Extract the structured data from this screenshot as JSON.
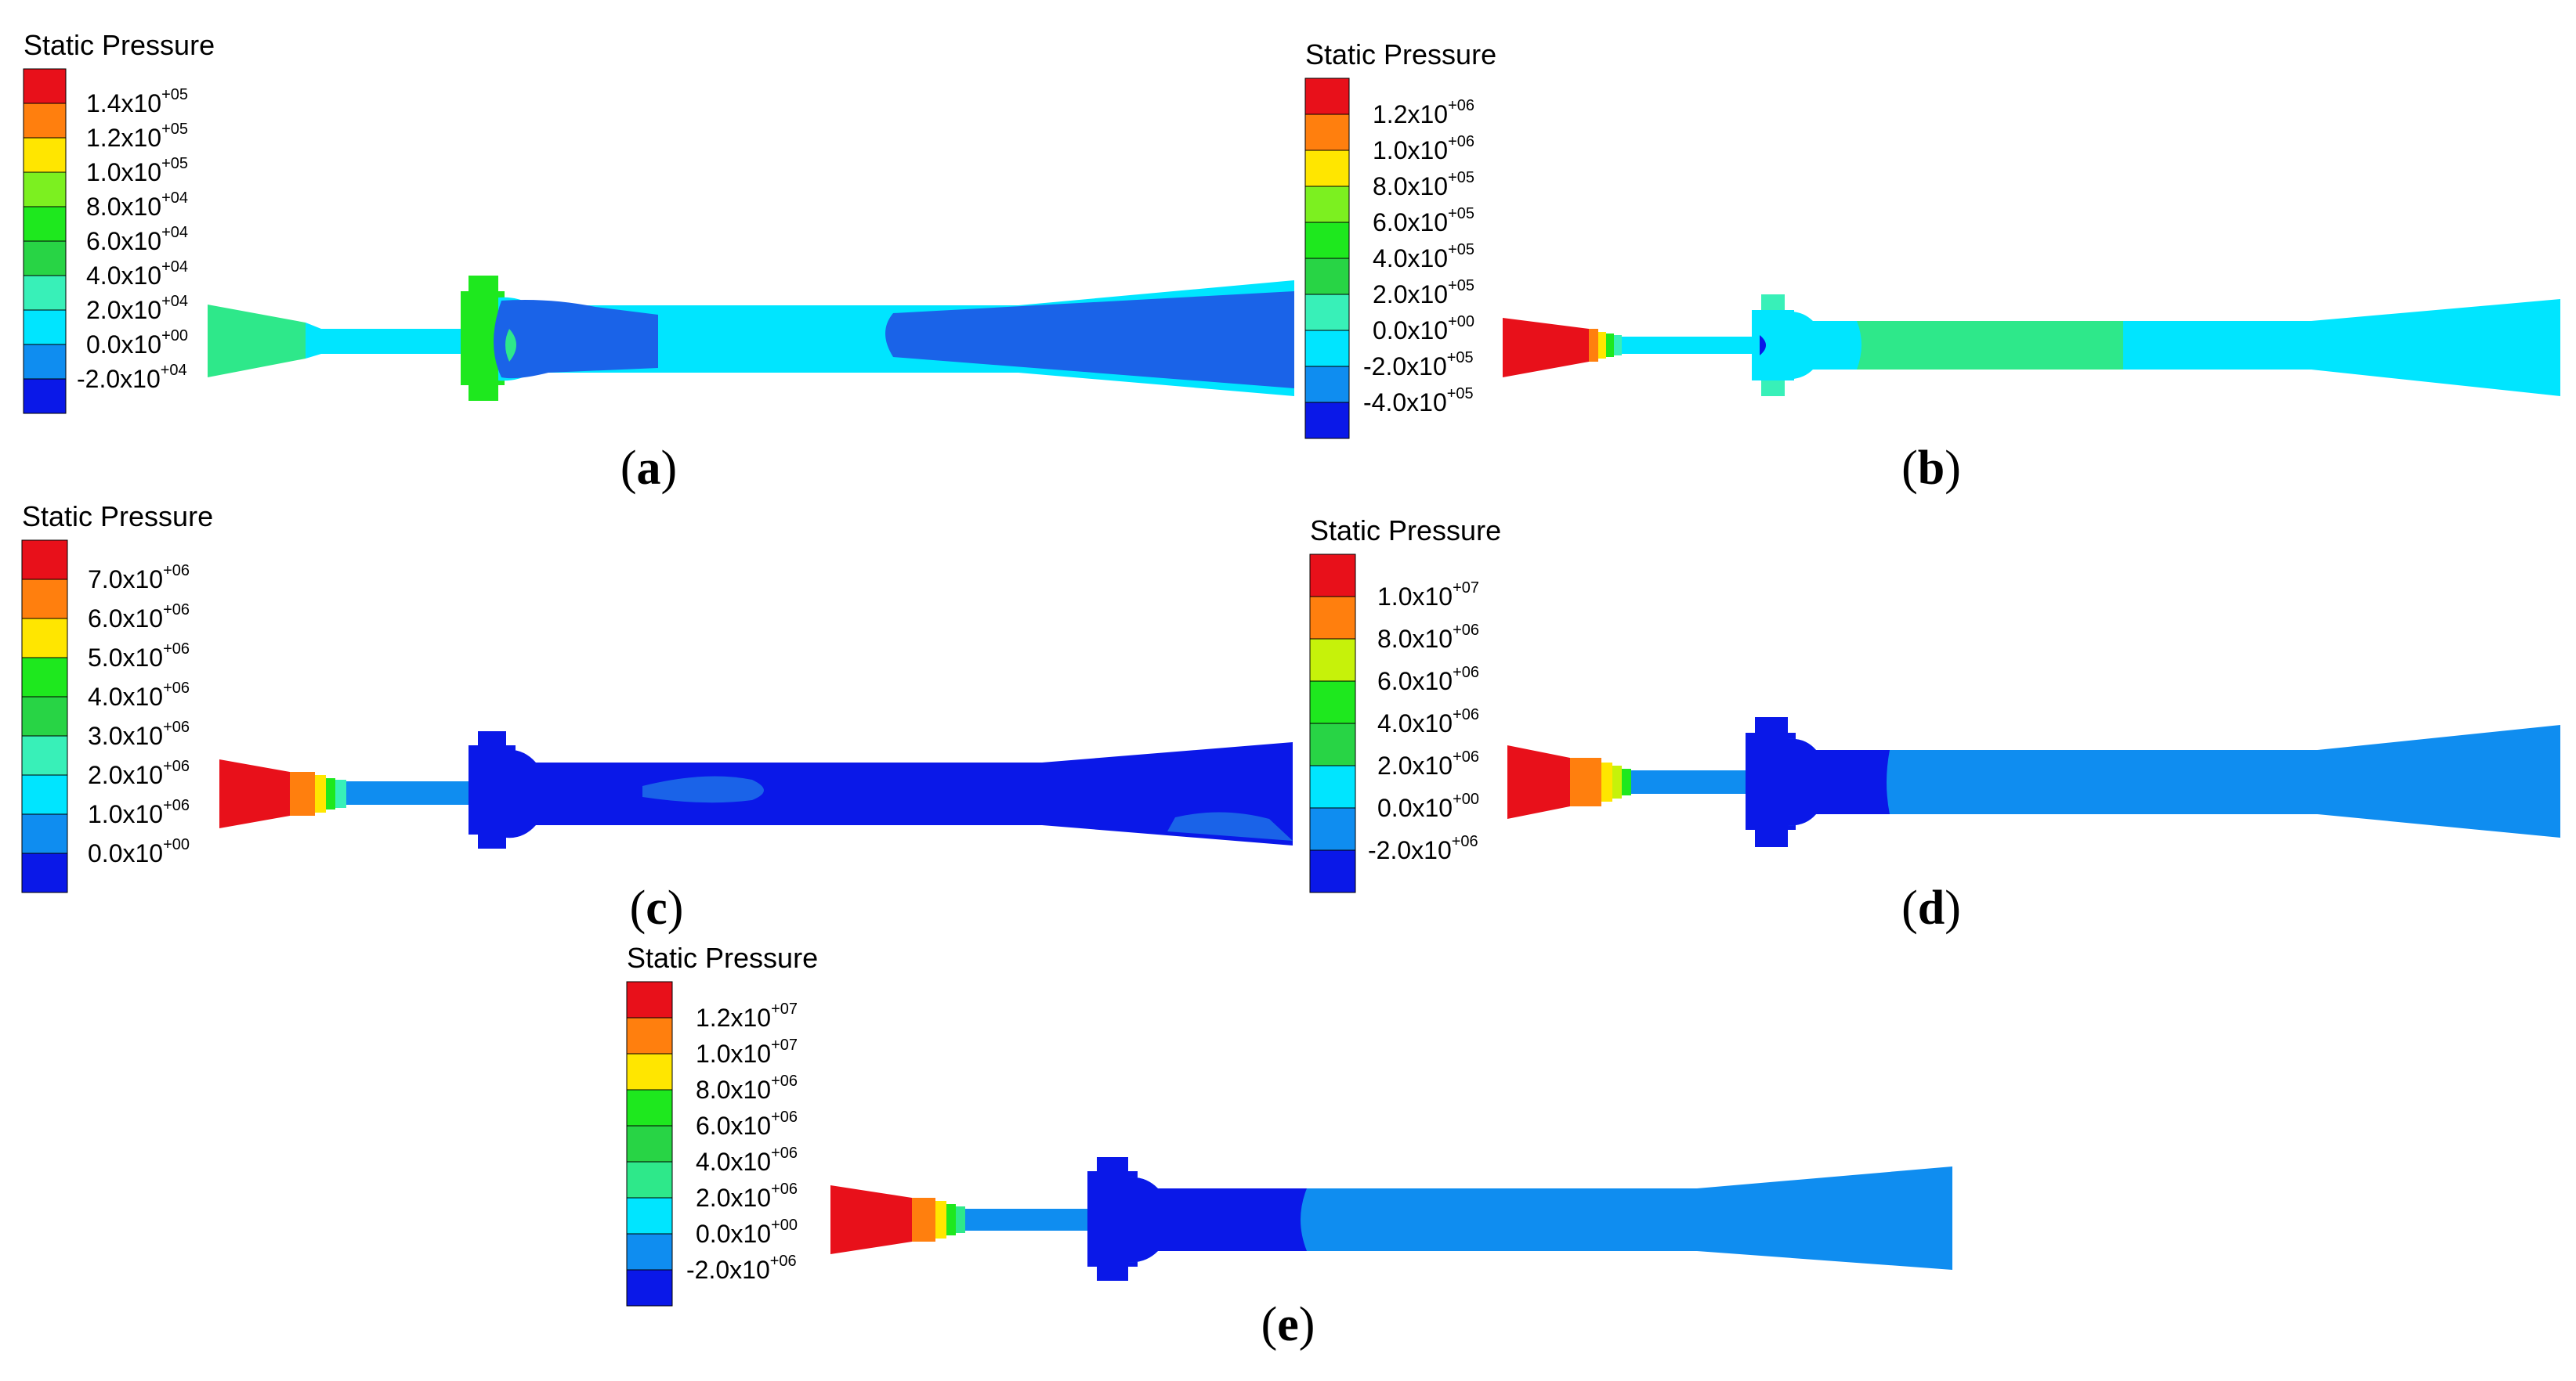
{
  "colors": {
    "red": "#e8101a",
    "orange": "#ff7f0e",
    "yellow": "#ffe600",
    "yellow_green": "#c6f20a",
    "lime": "#7cf020",
    "green": "#1ee81e",
    "green2": "#28d445",
    "sea_green": "#2ee88a",
    "mint": "#38f0b8",
    "cyan": "#00e5ff",
    "cyan_light": "#11d8f4",
    "azure": "#0f8df0",
    "blue": "#1a3dff",
    "deep_blue": "#0a18e8"
  },
  "panels": [
    {
      "id": "a",
      "caption": "a",
      "legend": {
        "title": "Static Pressure",
        "ticks": [
          {
            "mant": "1.4x10",
            "exp": "+05"
          },
          {
            "mant": "1.2x10",
            "exp": "+05"
          },
          {
            "mant": "1.0x10",
            "exp": "+05"
          },
          {
            "mant": "8.0x10",
            "exp": "+04"
          },
          {
            "mant": "6.0x10",
            "exp": "+04"
          },
          {
            "mant": "4.0x10",
            "exp": "+04"
          },
          {
            "mant": "2.0x10",
            "exp": "+04"
          },
          {
            "mant": "0.0x10",
            "exp": "+00"
          },
          {
            "mant": "-2.0x10",
            "exp": "+04"
          }
        ],
        "bands": [
          "#e8101a",
          "#ff7f0e",
          "#ffe600",
          "#7cf020",
          "#1ee81e",
          "#28d445",
          "#38f0b8",
          "#00e5ff",
          "#0f8df0",
          "#0a18e8"
        ]
      }
    },
    {
      "id": "b",
      "caption": "b",
      "legend": {
        "title": "Static Pressure",
        "ticks": [
          {
            "mant": "1.2x10",
            "exp": "+06"
          },
          {
            "mant": "1.0x10",
            "exp": "+06"
          },
          {
            "mant": "8.0x10",
            "exp": "+05"
          },
          {
            "mant": "6.0x10",
            "exp": "+05"
          },
          {
            "mant": "4.0x10",
            "exp": "+05"
          },
          {
            "mant": "2.0x10",
            "exp": "+05"
          },
          {
            "mant": "0.0x10",
            "exp": "+00"
          },
          {
            "mant": "-2.0x10",
            "exp": "+05"
          },
          {
            "mant": "-4.0x10",
            "exp": "+05"
          }
        ],
        "bands": [
          "#e8101a",
          "#ff7f0e",
          "#ffe600",
          "#7cf020",
          "#1ee81e",
          "#28d445",
          "#38f0b8",
          "#00e5ff",
          "#0f8df0",
          "#0a18e8"
        ]
      }
    },
    {
      "id": "c",
      "caption": "c",
      "legend": {
        "title": "Static Pressure",
        "ticks": [
          {
            "mant": "7.0x10",
            "exp": "+06"
          },
          {
            "mant": "6.0x10",
            "exp": "+06"
          },
          {
            "mant": "5.0x10",
            "exp": "+06"
          },
          {
            "mant": "4.0x10",
            "exp": "+06"
          },
          {
            "mant": "3.0x10",
            "exp": "+06"
          },
          {
            "mant": "2.0x10",
            "exp": "+06"
          },
          {
            "mant": "1.0x10",
            "exp": "+06"
          },
          {
            "mant": "0.0x10",
            "exp": "+00"
          }
        ],
        "bands": [
          "#e8101a",
          "#ff7f0e",
          "#ffe600",
          "#1ee81e",
          "#28d445",
          "#38f0b8",
          "#00e5ff",
          "#0f8df0",
          "#0a18e8"
        ]
      }
    },
    {
      "id": "d",
      "caption": "d",
      "legend": {
        "title": "Static Pressure",
        "ticks": [
          {
            "mant": "1.0x10",
            "exp": "+07"
          },
          {
            "mant": "8.0x10",
            "exp": "+06"
          },
          {
            "mant": "6.0x10",
            "exp": "+06"
          },
          {
            "mant": "4.0x10",
            "exp": "+06"
          },
          {
            "mant": "2.0x10",
            "exp": "+06"
          },
          {
            "mant": "0.0x10",
            "exp": "+00"
          },
          {
            "mant": "-2.0x10",
            "exp": "+06"
          }
        ],
        "bands": [
          "#e8101a",
          "#ff7f0e",
          "#c6f20a",
          "#1ee81e",
          "#28d445",
          "#00e5ff",
          "#0f8df0",
          "#0a18e8"
        ]
      }
    },
    {
      "id": "e",
      "caption": "e",
      "legend": {
        "title": "Static Pressure",
        "ticks": [
          {
            "mant": "1.2x10",
            "exp": "+07"
          },
          {
            "mant": "1.0x10",
            "exp": "+07"
          },
          {
            "mant": "8.0x10",
            "exp": "+06"
          },
          {
            "mant": "6.0x10",
            "exp": "+06"
          },
          {
            "mant": "4.0x10",
            "exp": "+06"
          },
          {
            "mant": "2.0x10",
            "exp": "+06"
          },
          {
            "mant": "0.0x10",
            "exp": "+00"
          },
          {
            "mant": "-2.0x10",
            "exp": "+06"
          }
        ],
        "bands": [
          "#e8101a",
          "#ff7f0e",
          "#ffe600",
          "#1ee81e",
          "#28d445",
          "#2ee88a",
          "#00e5ff",
          "#0f8df0",
          "#0a18e8"
        ]
      }
    }
  ]
}
